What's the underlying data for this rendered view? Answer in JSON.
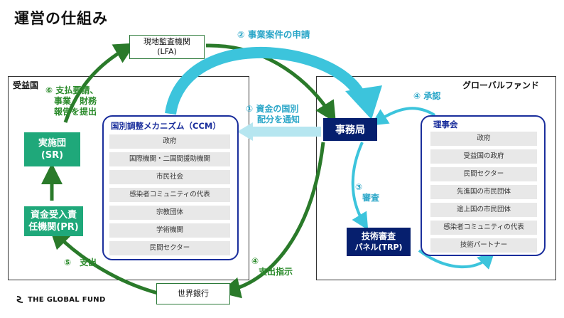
{
  "title": "運営の仕組み",
  "panels": {
    "recipient": "受益国",
    "global_fund": "グローバルファンド"
  },
  "lfa": {
    "line1": "現地監査機関",
    "line2": "(LFA)"
  },
  "world_bank": "世界銀行",
  "sr": {
    "line1": "実施団",
    "line2": "(SR)"
  },
  "pr": {
    "line1": "資金受入責",
    "line2": "任機関(PR)"
  },
  "secretariat": "事務局",
  "trp": {
    "line1": "技術審査",
    "line2": "パネル(TRP)"
  },
  "ccm": {
    "title": "国別調整メカニズム（CCM）",
    "items": [
      "政府",
      "国際機関・二国間援助機関",
      "市民社会",
      "感染者コミュニティの代表",
      "宗教団体",
      "学術機関",
      "民間セクター"
    ]
  },
  "board": {
    "title": "理事会",
    "items": [
      "政府",
      "受益国の政府",
      "民間セクター",
      "先進国の市民団体",
      "途上国の市民団体",
      "感染者コミュニティの代表",
      "技術パートナー"
    ]
  },
  "steps": {
    "s1": {
      "line1": "① 資金の国別",
      "line2": "配分を通知"
    },
    "s2": "② 事業案件の申請",
    "s3": {
      "line1": "③",
      "line2": "審査"
    },
    "s4a": "④ 承認",
    "s4b": "④",
    "s4b_text": "支出指示",
    "s5": "⑤　支出",
    "s6": {
      "line1": "⑥ 支払要請、",
      "line2": "事業・財務",
      "line3": "報告を提出"
    }
  },
  "logo": "THE GLOBAL FUND",
  "colors": {
    "green": "#2a8a2a",
    "teal": "#2cb5c8",
    "navy": "#061f6e",
    "sr_green": "#1fa87a",
    "ccm_blue": "#1a2e9c"
  }
}
